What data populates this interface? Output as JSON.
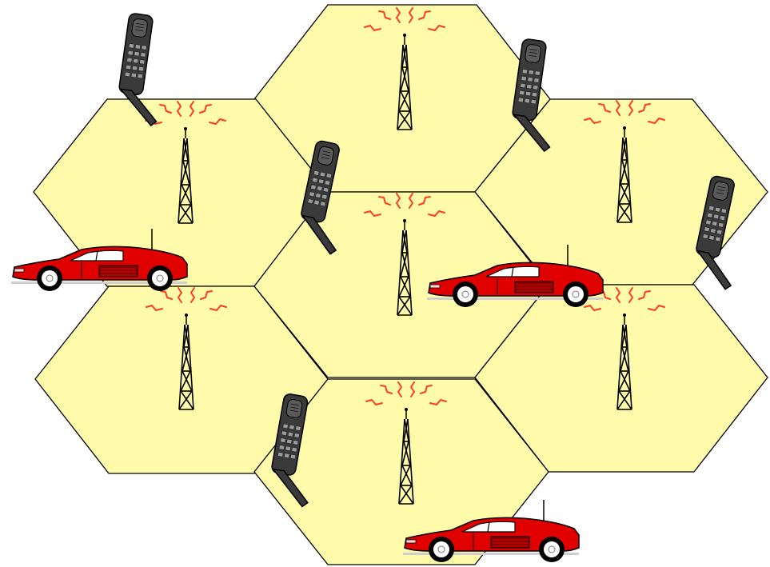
{
  "diagram": {
    "cells": [
      {
        "id": "top"
      },
      {
        "id": "upper-left"
      },
      {
        "id": "upper-right"
      },
      {
        "id": "center"
      },
      {
        "id": "lower-left"
      },
      {
        "id": "lower-right"
      },
      {
        "id": "bottom"
      }
    ],
    "phones": [
      "phone-upper-left",
      "phone-top-right",
      "phone-center",
      "phone-right",
      "phone-bottom"
    ],
    "cars": [
      "car-left",
      "car-center",
      "car-bottom"
    ],
    "colors": {
      "cell_fill": "#FFFBAA",
      "cell_stroke": "#000000",
      "tower": "#000000",
      "signal": "#FF3B1F",
      "car_body": "#E00000",
      "car_dark": "#8A0000",
      "phone_body": "#3A3A3A",
      "phone_key": "#9A9A9A"
    }
  }
}
